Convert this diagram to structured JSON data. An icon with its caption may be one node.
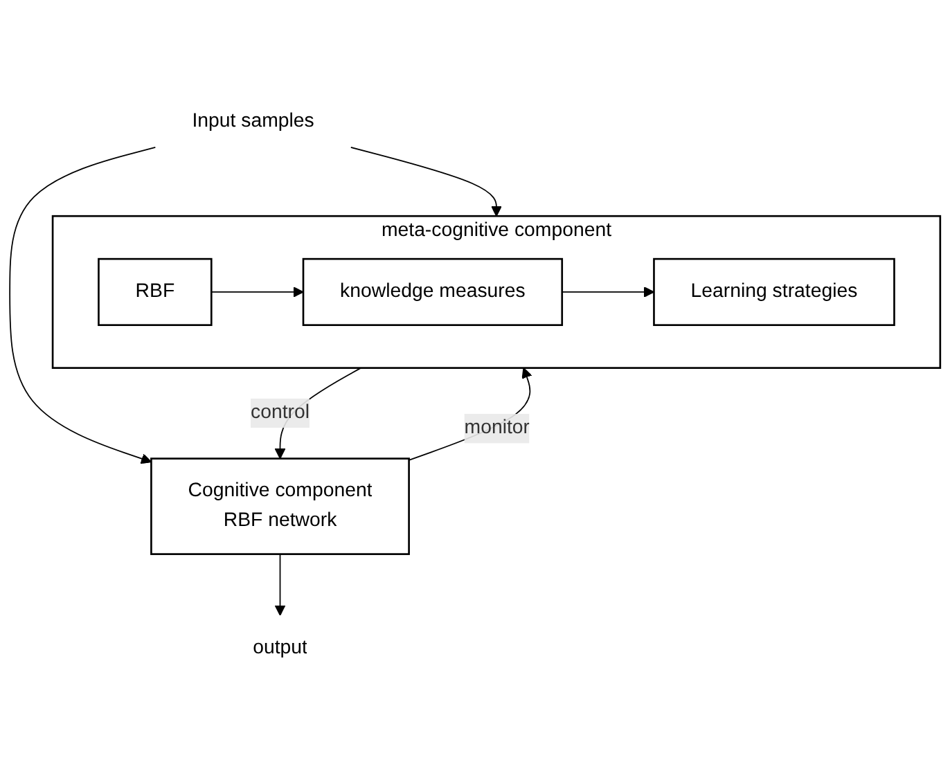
{
  "diagram": {
    "nodes": [
      {
        "text": [
          "Input samples"
        ]
      },
      {
        "text": [
          "Cognitive component",
          "RBF network"
        ]
      },
      {
        "text": [
          "output"
        ]
      },
      {
        "text": [
          "meta-cognitive component"
        ]
      },
      {
        "text": [
          "RBF"
        ],
        "in": 3
      },
      {
        "text": [
          "knowledge measures"
        ],
        "in": 3
      },
      {
        "text": [
          "Learning strategies"
        ],
        "in": 3
      }
    ],
    "edges": [
      {
        "from": 0,
        "to": 1,
        "arrow": "to"
      },
      {
        "from": 0,
        "to": 3,
        "arrow": "to"
      },
      {
        "from": 1,
        "to": 2,
        "arrow": "to"
      },
      {
        "from": 1,
        "to": 3,
        "arrow": "to",
        "label": "monitor"
      },
      {
        "from": 3,
        "to": 1,
        "arrow": "to",
        "label": "control"
      },
      {
        "from": 4,
        "to": 5,
        "arrow": "to"
      },
      {
        "from": 5,
        "to": 6,
        "arrow": "to"
      }
    ]
  }
}
